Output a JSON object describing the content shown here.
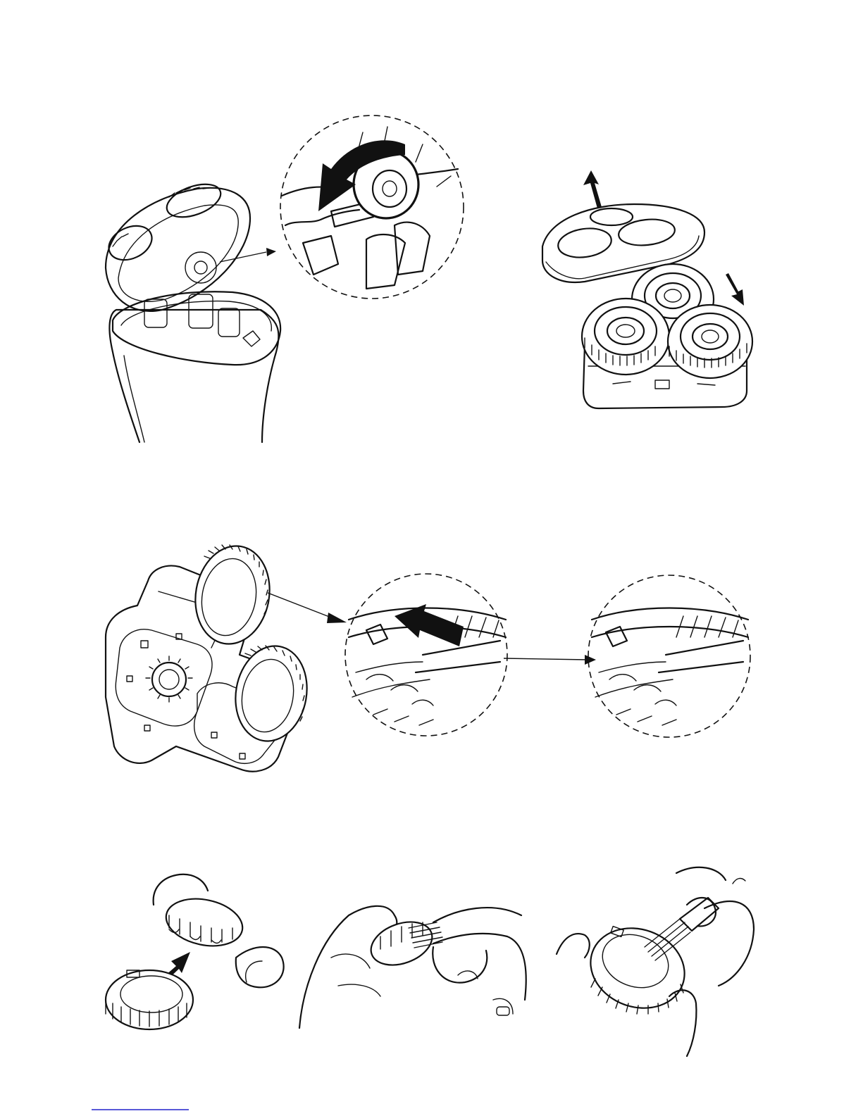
{
  "colors": {
    "ink": "#111111",
    "paper": "#ffffff",
    "footer_rule": "#2222cc"
  },
  "figures": [
    {
      "id": "open-shaver-head",
      "icon": "shaver-open-head-illustration"
    },
    {
      "id": "detail-lock-rotate",
      "icon": "magnified-lock-rotate-illustration"
    },
    {
      "id": "remove-cover-and-cutters",
      "icon": "cover-and-cutters-illustration"
    },
    {
      "id": "cutter-frame",
      "icon": "cutter-frame-illustration"
    },
    {
      "id": "detail-ring-tab-before",
      "icon": "magnified-ring-before-illustration"
    },
    {
      "id": "detail-ring-tab-after",
      "icon": "magnified-ring-after-illustration"
    },
    {
      "id": "separate-blade-from-ring",
      "icon": "hand-separating-blade-illustration"
    },
    {
      "id": "brush-blade",
      "icon": "hand-brushing-blade-illustration"
    },
    {
      "id": "brush-ring",
      "icon": "hand-brushing-ring-illustration"
    }
  ]
}
